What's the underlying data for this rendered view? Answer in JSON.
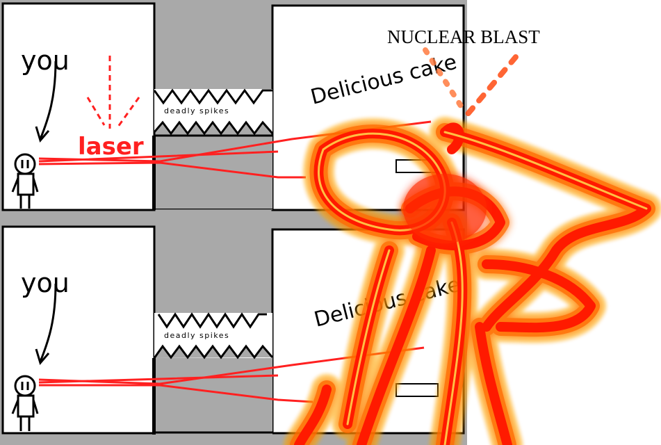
{
  "panels": [
    {
      "you_label": "you",
      "spikes_label": "deadly spikes",
      "cake_label": "Delicious cake",
      "laser_label": "laser"
    },
    {
      "you_label": "you",
      "spikes_label": "deadly spikes",
      "cake_label": "Delicious cake"
    }
  ],
  "blast_label": "NUCLEAR BLAST",
  "colors": {
    "background_gray": "#a9a9a9",
    "laser_red": "#ff2020",
    "blast_red": "#ff1a00",
    "blast_orange": "#ff8a00",
    "blast_glow": "#ffd24a"
  }
}
